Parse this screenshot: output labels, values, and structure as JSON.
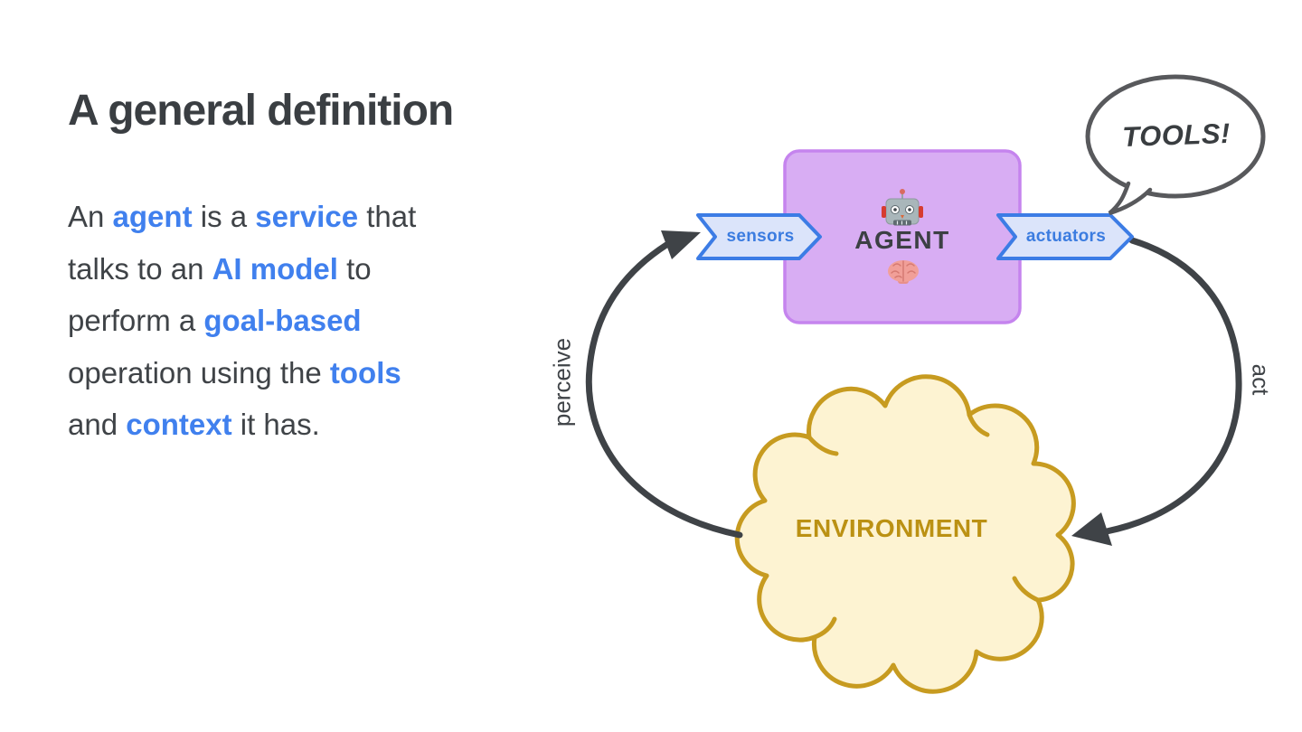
{
  "slide": {
    "title": "A general definition",
    "definition": {
      "lines": [
        [
          {
            "t": "An ",
            "b": false
          },
          {
            "t": "agent",
            "b": true
          },
          {
            "t": " is a ",
            "b": false
          },
          {
            "t": "service",
            "b": true
          },
          {
            "t": " that",
            "b": false
          }
        ],
        [
          {
            "t": "talks to an ",
            "b": false
          },
          {
            "t": "AI model",
            "b": true
          },
          {
            "t": " to",
            "b": false
          }
        ],
        [
          {
            "t": "perform a ",
            "b": false
          },
          {
            "t": "goal-based",
            "b": true
          }
        ],
        [
          {
            "t": "operation using the ",
            "b": false
          },
          {
            "t": "tools",
            "b": true
          }
        ],
        [
          {
            "t": "and ",
            "b": false
          },
          {
            "t": "context",
            "b": true
          },
          {
            "t": " it has.",
            "b": false
          }
        ]
      ]
    }
  },
  "diagram": {
    "agent_label": "AGENT",
    "sensors_label": "sensors",
    "actuators_label": "actuators",
    "environment_label": "ENVIRONMENT",
    "tools_bubble_label": "TOOLS!",
    "perceive_label": "perceive",
    "act_label": "act",
    "icons": {
      "agent_top": "robot-icon",
      "agent_bottom": "brain-icon"
    },
    "colors": {
      "agent_fill": "#d8adf3",
      "agent_border": "#c584ee",
      "banner_fill": "#dbe4fa",
      "banner_border": "#3c7ce5",
      "banner_text": "#3b7ce0",
      "cloud_fill": "#fdf3d2",
      "cloud_border": "#c79b20",
      "cloud_text": "#bb9113",
      "cycle_arrow": "#3f4347",
      "bubble_border": "#58595c",
      "accent_blue": "#4080ee",
      "text_dark": "#3c4043"
    }
  }
}
